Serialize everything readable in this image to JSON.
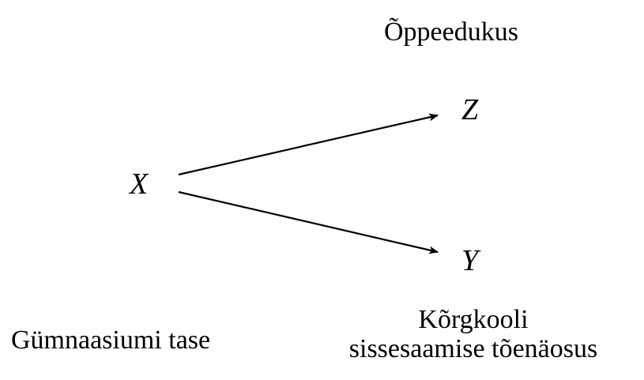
{
  "nodes": {
    "x": {
      "symbol": "X",
      "caption": "Gümnaasiumi tase"
    },
    "z": {
      "symbol": "Z",
      "caption": "Õppeedukus"
    },
    "y": {
      "symbol": "Y",
      "caption_line1": "Kõrgkooli",
      "caption_line2": "sissesaamise tõenäosus"
    }
  },
  "edges": [
    {
      "from": "X",
      "to": "Z"
    },
    {
      "from": "X",
      "to": "Y"
    }
  ],
  "colors": {
    "ink": "#000000",
    "background": "#ffffff"
  }
}
